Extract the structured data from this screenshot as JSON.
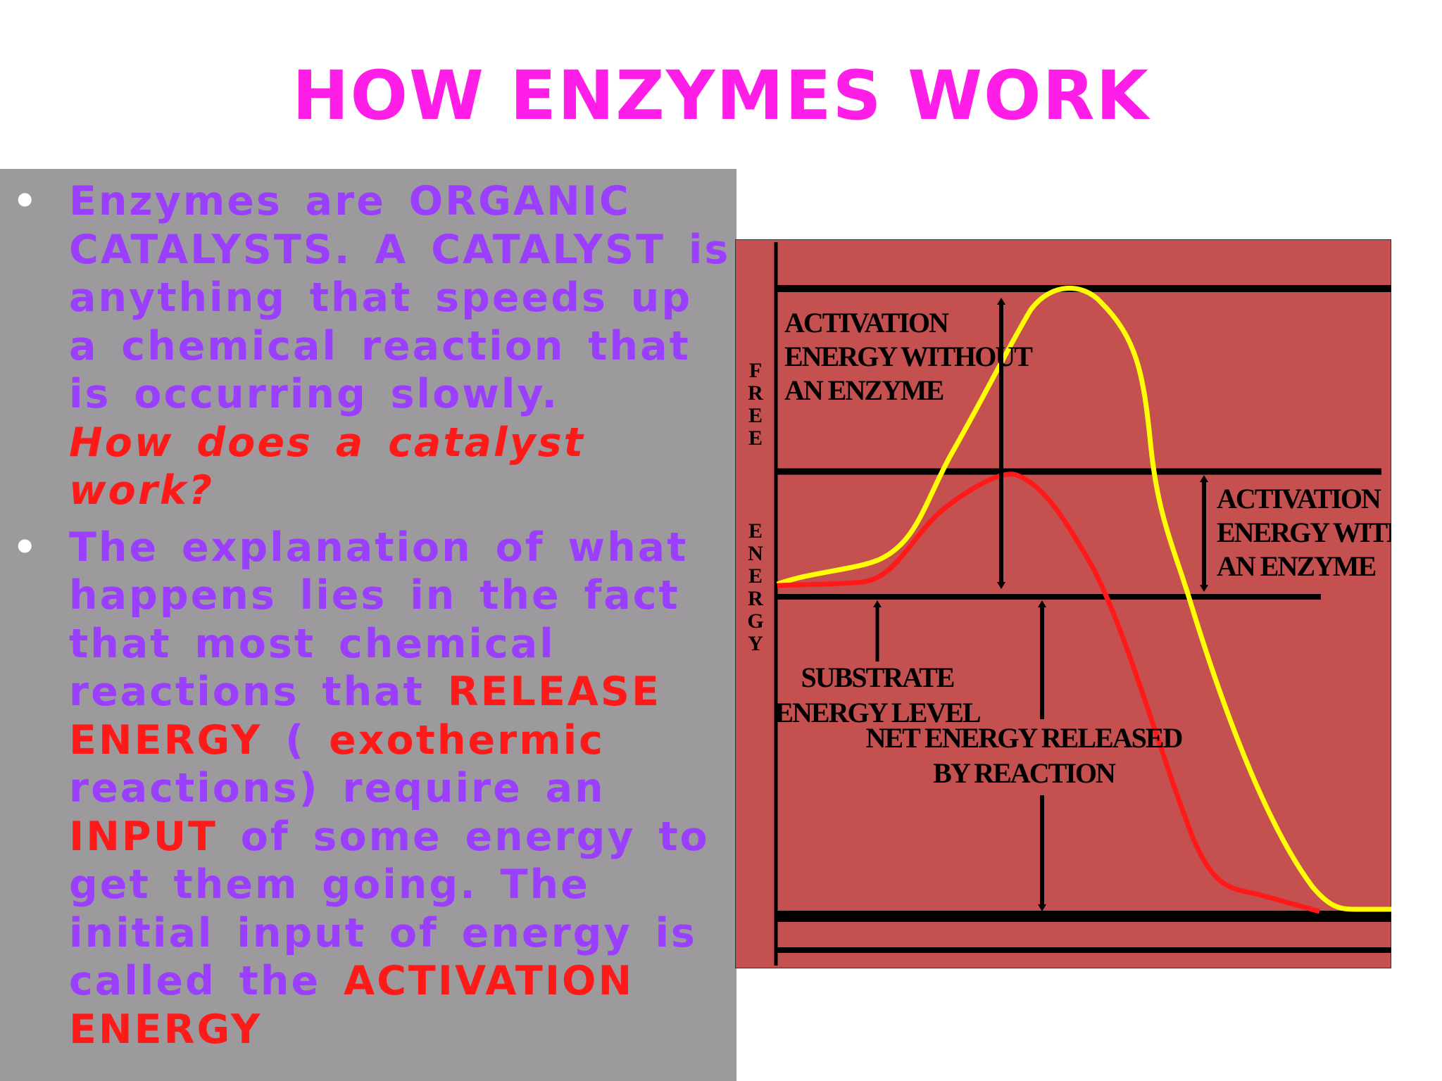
{
  "slide": {
    "title": "HOW ENZYMES WORK",
    "colors": {
      "title": "#ff1ee8",
      "body_text": "#9b3fff",
      "emphasis": "#ff1a1a",
      "panel": "#9c9a9d",
      "diagram_bg": "#c45050",
      "curve_without_enzyme": "#ffff00",
      "curve_with_enzyme": "#ff1a1a"
    },
    "bullets": [
      {
        "marker": "•",
        "runs": [
          {
            "text": "Enzymes are ORGANIC CATALYSTS. A CATALYST is anything that speeds up a chemical reaction that is occurring slowly.",
            "style": "normal"
          },
          {
            "text": "How does a catalyst work?",
            "style": "emphasis-italic"
          }
        ]
      },
      {
        "marker": "•",
        "runs": [
          {
            "text": "The explanation of what happens lies in the fact that most chemical reactions that ",
            "style": "normal"
          },
          {
            "text": "RELEASE ENERGY",
            "style": "emphasis"
          },
          {
            "text": " (",
            "style": "normal"
          },
          {
            "text": "exothermic",
            "style": "emphasis"
          },
          {
            "text": " reactions) require an ",
            "style": "normal"
          },
          {
            "text": "INPUT",
            "style": "emphasis"
          },
          {
            "text": " of some energy to get them going. The initial input of energy is called the ",
            "style": "normal"
          },
          {
            "text": "ACTIVATION ENERGY",
            "style": "emphasis"
          }
        ]
      }
    ]
  },
  "diagram": {
    "y_axis_label": [
      "F",
      "R",
      "E",
      "E",
      "",
      "E",
      "N",
      "E",
      "R",
      "G",
      "Y"
    ],
    "labels": {
      "activation_without": [
        "ACTIVATION",
        "ENERGY WITHOUT",
        "AN ENZYME"
      ],
      "activation_with": [
        "ACTIVATION",
        "ENERGY WITH",
        "AN ENZYME"
      ],
      "substrate": [
        "SUBSTRATE",
        "ENERGY LEVEL"
      ],
      "net_energy": [
        "NET ENERGY RELEASED",
        "BY REACTION"
      ]
    },
    "curves": [
      {
        "name": "without enzyme",
        "color": "#ffff00"
      },
      {
        "name": "with enzyme",
        "color": "#ff1a1a"
      }
    ]
  }
}
